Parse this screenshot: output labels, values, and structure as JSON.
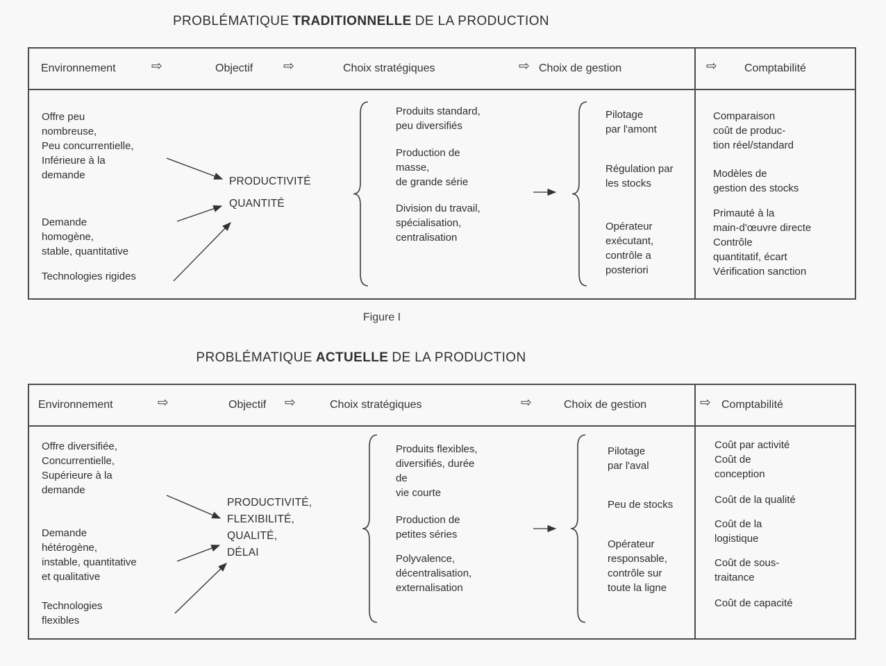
{
  "colors": {
    "ink": "#2e2e2e",
    "border": "#4c4c4c",
    "page_bg": "#f8f8f8"
  },
  "figure1": {
    "title_pre": "PROBLÉMATIQUE",
    "title_bold": "TRADITIONNELLE",
    "title_post": "DE LA PRODUCTION",
    "caption": "Figure I",
    "header": {
      "arrow": "⇨",
      "environnement": "Environnement",
      "objectif": "Objectif",
      "choix_strategiques": "Choix stratégiques",
      "choix_de_gestion": "Choix de gestion",
      "comptabilite": "Comptabilité"
    },
    "environnement": {
      "item1": "Offre peu\nnombreuse,\nPeu concurrentielle,\nInférieure à la\ndemande",
      "item2": "Demande\nhomogène,\nstable, quantitative",
      "item3": "Technologies rigides"
    },
    "objectif": "PRODUCTIVITÉ\nQUANTITÉ",
    "choix_strategiques": {
      "item1": "Produits standard,\npeu diversifiés",
      "item2": "Production de\nmasse,\nde grande série",
      "item3": "Division du travail,\nspécialisation,\ncentralisation"
    },
    "choix_de_gestion": {
      "item1": "Pilotage\npar l'amont",
      "item2": "Régulation par\nles stocks",
      "item3": "Opérateur\nexécutant,\ncontrôle a\nposteriori"
    },
    "comptabilite": {
      "item1": "Comparaison\ncoût de produc-\ntion réel/standard",
      "item2": "Modèles de\ngestion des stocks",
      "item3": "Primauté à la\nmain-d'œuvre directe\nContrôle\nquantitatif, écart\nVérification sanction"
    }
  },
  "figure2": {
    "title_pre": "PROBLÉMATIQUE",
    "title_bold": "ACTUELLE",
    "title_post": "DE LA PRODUCTION",
    "header": {
      "arrow": "⇨",
      "environnement": "Environnement",
      "objectif": "Objectif",
      "choix_strategiques": "Choix stratégiques",
      "choix_de_gestion": "Choix de gestion",
      "comptabilite": "Comptabilité"
    },
    "environnement": {
      "item1": "Offre diversifiée,\nConcurrentielle,\nSupérieure à la\ndemande",
      "item2": "Demande\nhétérogène,\ninstable, quantitative\net qualitative",
      "item3": "Technologies\nflexibles"
    },
    "objectif": "PRODUCTIVITÉ,\nFLEXIBILITÉ,\nQUALITÉ,\nDÉLAI",
    "choix_strategiques": {
      "item1": "Produits flexibles,\ndiversifiés, durée\nde\nvie courte",
      "item2": "Production de\npetites séries",
      "item3": "Polyvalence,\ndécentralisation,\nexternalisation"
    },
    "choix_de_gestion": {
      "item1": "Pilotage\npar l'aval",
      "item2": "Peu de stocks",
      "item3": "Opérateur\nresponsable,\ncontrôle sur\ntoute la ligne"
    },
    "comptabilite": {
      "item1": "Coût par activité\nCoût de\nconception",
      "item2": "Coût de la qualité",
      "item3": "Coût de la\nlogistique",
      "item4": "Coût de sous-\ntraitance",
      "item5": "Coût de capacité"
    }
  }
}
